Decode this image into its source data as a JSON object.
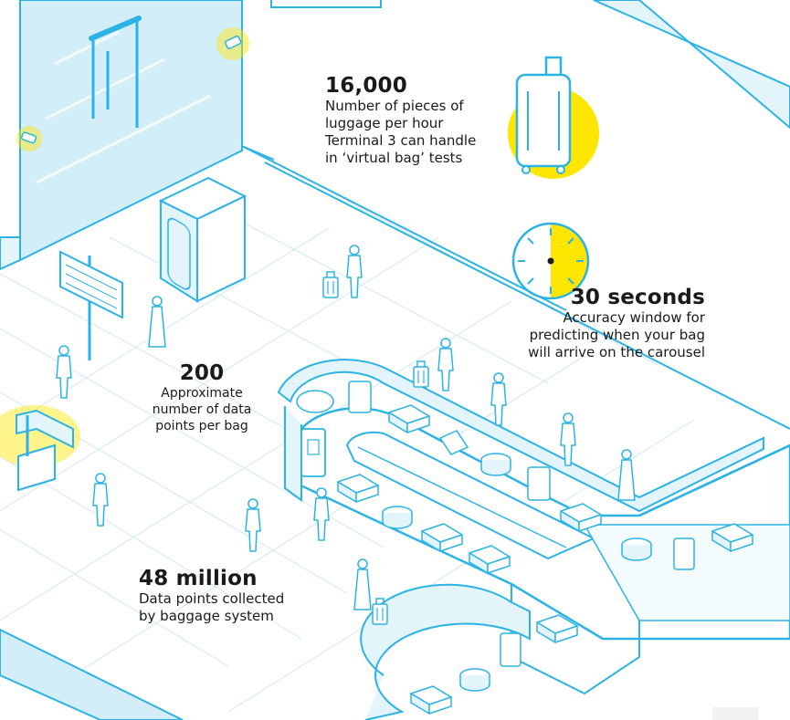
{
  "stats": {
    "luggage": {
      "value": "16,000",
      "lines": [
        "Number of pieces of",
        "luggage per hour",
        "Terminal 3 can handle",
        "in ‘virtual bag’ tests"
      ]
    },
    "accuracy": {
      "value": "30 seconds",
      "lines": [
        "Accuracy window for",
        "predicting when your bag",
        "will arrive on the carousel"
      ]
    },
    "datapoints_bag": {
      "value": "200",
      "lines": [
        "Approximate",
        "number of data",
        "points per bag"
      ]
    },
    "datapoints_total": {
      "value": "48 million",
      "lines": [
        "Data points collected",
        "by baggage system"
      ]
    }
  },
  "colors": {
    "line": "#2bb3e6",
    "accent": "#ffe600",
    "fill": "#e3f4fb",
    "wall": "#d4eef9",
    "text": "#1a1a1a"
  },
  "icons": {
    "suitcase": "suitcase-icon",
    "clock": "stopwatch-icon",
    "camera": "security-camera-icon"
  }
}
